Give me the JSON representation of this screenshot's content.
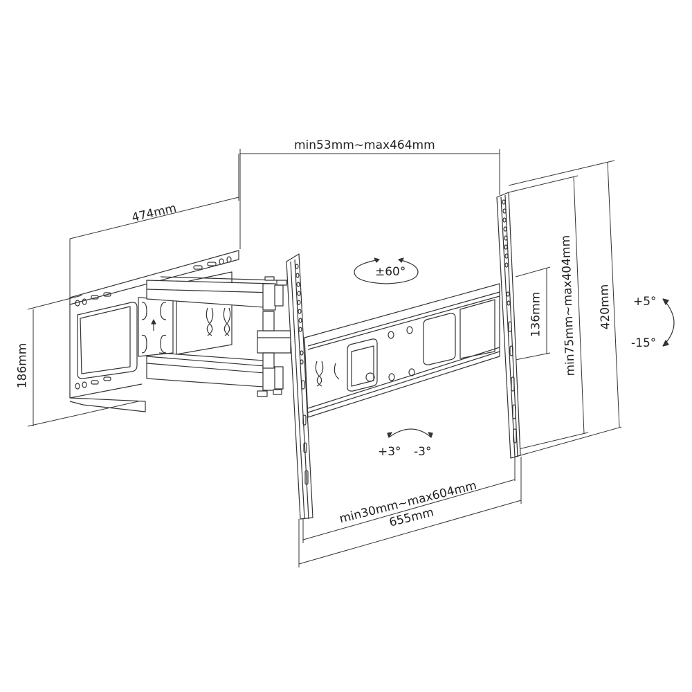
{
  "diagram": {
    "subject": "Full-motion articulating TV wall mount bracket",
    "line_color": "#333333",
    "background": "#ffffff",
    "dimensions": {
      "top_extension": "min53mm~max464mm",
      "wall_plate_width": "474mm",
      "wall_plate_height": "186mm",
      "arm_plate_height": "136mm",
      "vesa_vertical": "min75mm~max404mm",
      "tv_rail_height": "420mm",
      "vesa_horizontal": "min30mm~max604mm",
      "tv_plate_width": "655mm"
    },
    "motion": {
      "swivel": "±60°",
      "tilt_up": "+5°",
      "tilt_down": "-15°",
      "rotate_left": "+3°",
      "rotate_right": "-3°"
    }
  }
}
